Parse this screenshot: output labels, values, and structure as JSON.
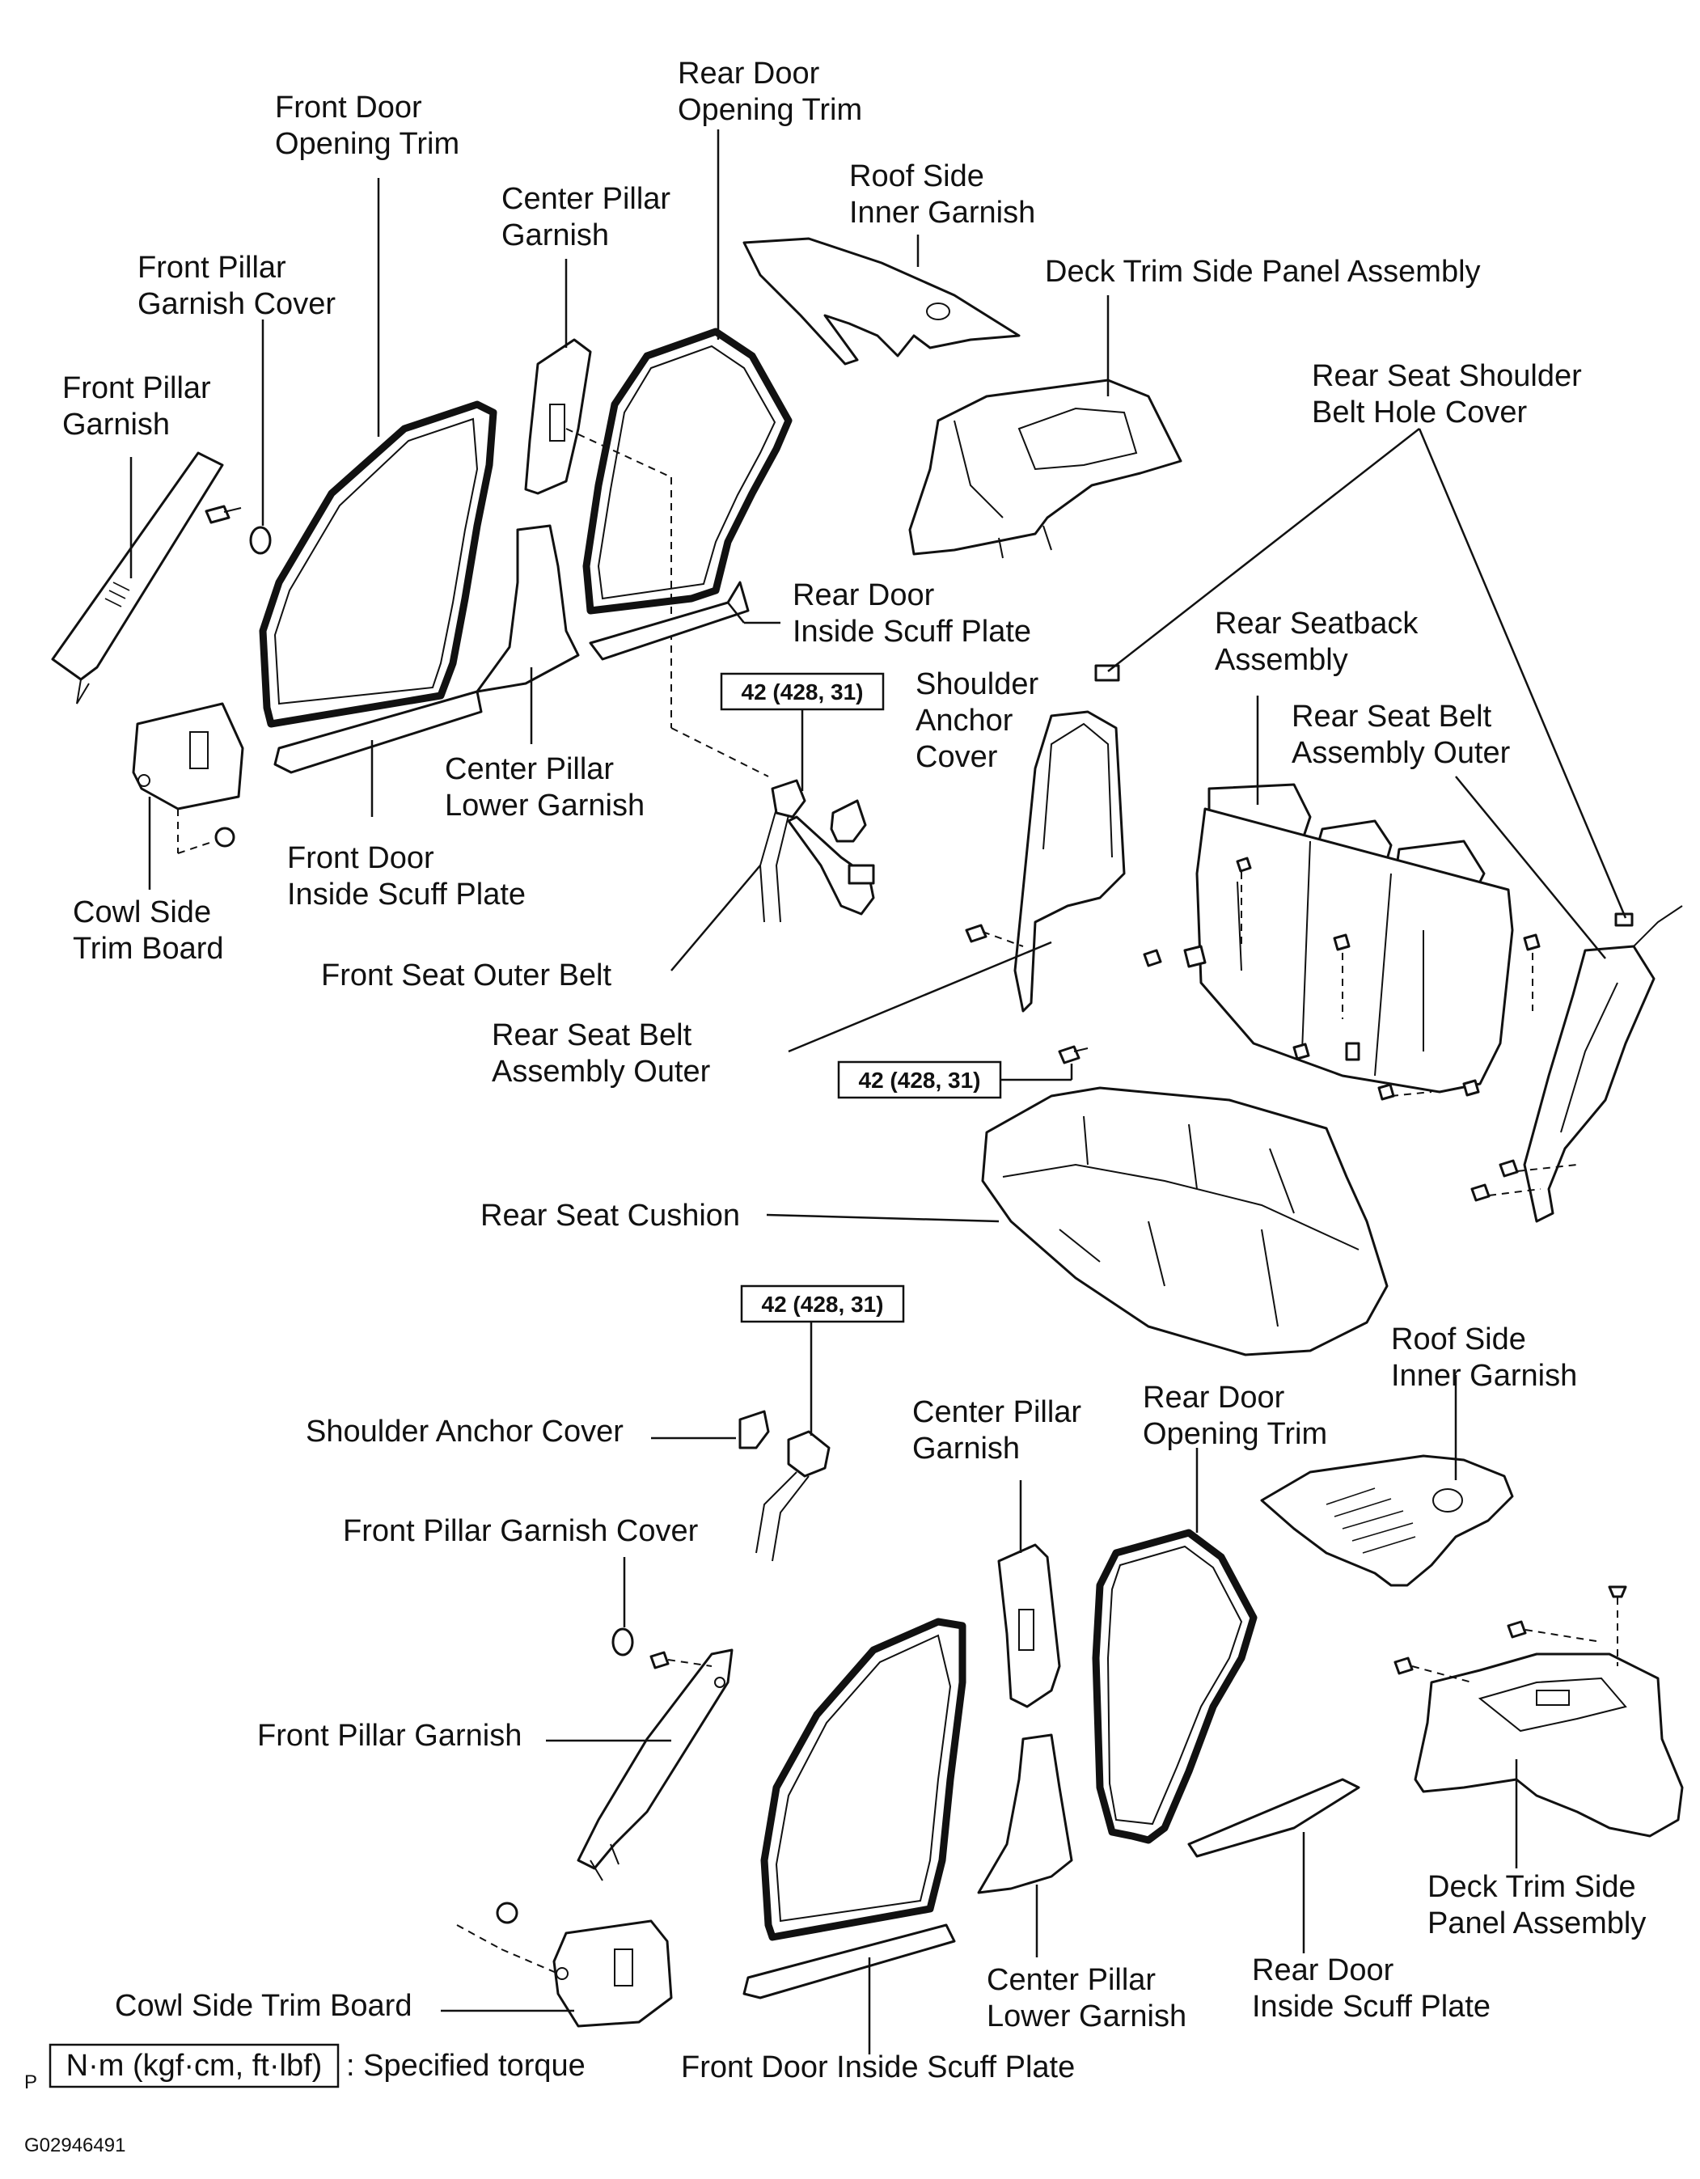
{
  "labels": {
    "front_door_opening_trim_top": [
      "Front Door",
      "Opening Trim"
    ],
    "rear_door_opening_trim_top": [
      "Rear Door",
      "Opening Trim"
    ],
    "center_pillar_garnish_top": [
      "Center Pillar",
      "Garnish"
    ],
    "roof_side_inner_garnish_top": [
      "Roof Side",
      "Inner Garnish"
    ],
    "deck_trim_side_panel_top": "Deck Trim Side Panel Assembly",
    "front_pillar_garnish_cover_top": [
      "Front Pillar",
      "Garnish Cover"
    ],
    "front_pillar_garnish_top": [
      "Front Pillar",
      "Garnish"
    ],
    "rear_seat_shoulder_belt_hole_cover": [
      "Rear Seat Shoulder",
      "Belt Hole Cover"
    ],
    "rear_door_inside_scuff_plate_top": [
      "Rear Door",
      "Inside Scuff Plate"
    ],
    "rear_seatback_assembly": [
      "Rear Seatback",
      "Assembly"
    ],
    "shoulder_anchor_cover_top": [
      "Shoulder",
      "Anchor",
      "Cover"
    ],
    "rear_seat_belt_assembly_outer_right": [
      "Rear Seat Belt",
      "Assembly Outer"
    ],
    "center_pillar_lower_garnish_top": [
      "Center Pillar",
      "Lower Garnish"
    ],
    "front_door_inside_scuff_plate_top": [
      "Front Door",
      "Inside Scuff Plate"
    ],
    "cowl_side_trim_board_top": [
      "Cowl Side",
      "Trim Board"
    ],
    "front_seat_outer_belt": "Front Seat Outer Belt",
    "rear_seat_belt_assembly_outer_left": [
      "Rear Seat Belt",
      "Assembly Outer"
    ],
    "rear_seat_cushion": "Rear Seat Cushion",
    "roof_side_inner_garnish_bottom": [
      "Roof Side",
      "Inner Garnish"
    ],
    "center_pillar_garnish_bottom": [
      "Center Pillar",
      "Garnish"
    ],
    "rear_door_opening_trim_bottom": [
      "Rear Door",
      "Opening Trim"
    ],
    "shoulder_anchor_cover_bottom": "Shoulder Anchor Cover",
    "front_pillar_garnish_cover_bottom": "Front Pillar Garnish Cover",
    "front_pillar_garnish_bottom": "Front Pillar Garnish",
    "deck_trim_side_panel_bottom": [
      "Deck Trim Side",
      "Panel Assembly"
    ],
    "center_pillar_lower_garnish_bottom": [
      "Center Pillar",
      "Lower Garnish"
    ],
    "rear_door_inside_scuff_plate_bottom": [
      "Rear Door",
      "Inside Scuff Plate"
    ],
    "cowl_side_trim_board_bottom": "Cowl Side Trim Board",
    "front_door_inside_scuff_plate_bottom": "Front Door Inside Scuff Plate"
  },
  "torque": {
    "upper": "42 (428, 31)",
    "middle": "42 (428, 31)",
    "lower": "42 (428, 31)"
  },
  "legend": {
    "box": "N·m (kgf·cm, ft·lbf)",
    "text": ": Specified torque",
    "prefix": "P"
  },
  "figure_id": "G02946491"
}
